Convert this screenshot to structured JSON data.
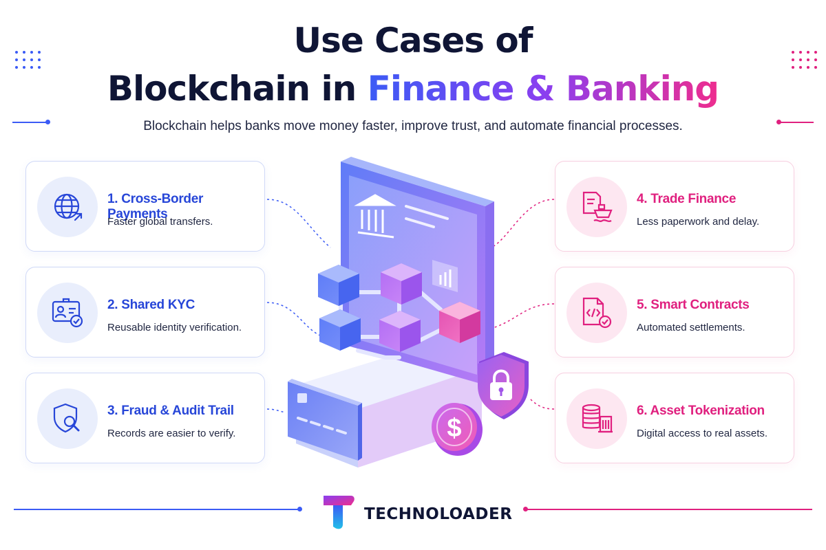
{
  "header": {
    "title_line1": "Use Cases of",
    "title_line2_plain": "Blockchain in",
    "title_line2_highlight": "Finance & Banking",
    "subtitle": "Blockchain helps banks move money faster, improve trust, and automate financial processes."
  },
  "use_cases": [
    {
      "title": "1. Cross-Border Payments",
      "description": "Faster global transfers.",
      "icon": "globe-transfer-icon"
    },
    {
      "title": "2. Shared KYC",
      "description": "Reusable identity verification.",
      "icon": "id-card-check-icon"
    },
    {
      "title": "3. Fraud & Audit Trail",
      "description": "Records are easier to verify.",
      "icon": "shield-search-icon"
    },
    {
      "title": "4. Trade Finance",
      "description": "Less paperwork and delay.",
      "icon": "document-ship-icon"
    },
    {
      "title": "5. Smart Contracts",
      "description": "Automated settlements.",
      "icon": "code-document-check-icon"
    },
    {
      "title": "6. Asset Tokenization",
      "description": "Digital access to real assets.",
      "icon": "coins-building-icon"
    }
  ],
  "illustration": {
    "elements": [
      "bank-icon",
      "chart-icon",
      "credit-card-icon",
      "dollar-coin-icon",
      "padlock-shield-icon",
      "block-cube"
    ]
  },
  "footer": {
    "brand": "TECHNOLOADER",
    "logo": "technoloader-logo-icon"
  },
  "colors": {
    "navy": "#0f1535",
    "blue": "#2746d8",
    "purple": "#8a3ff0",
    "pink": "#e0207f"
  }
}
